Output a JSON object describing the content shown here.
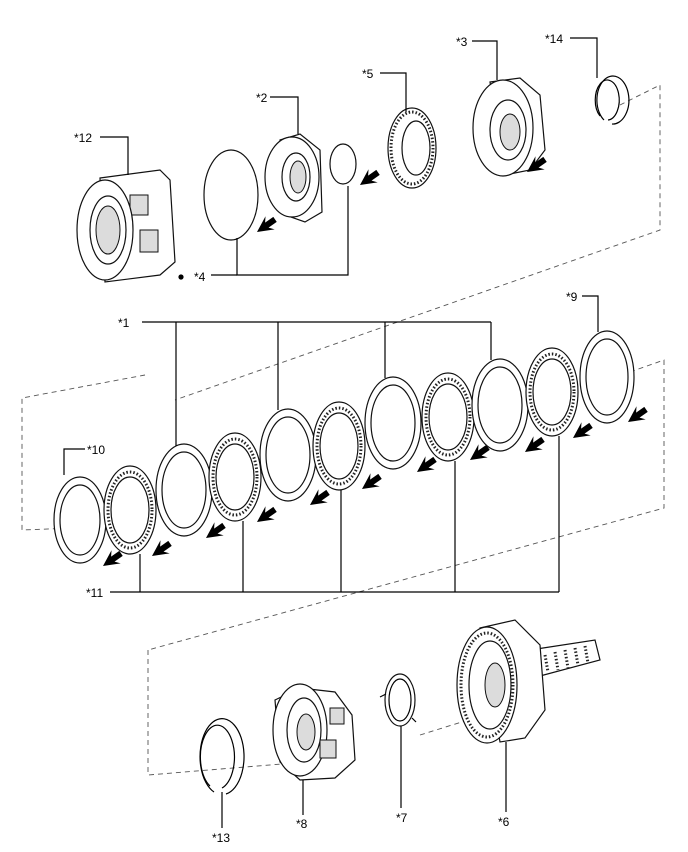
{
  "labels": {
    "p1": "*1",
    "p2": "*2",
    "p3": "*3",
    "p4": "*4",
    "p5": "*5",
    "p6": "*6",
    "p7": "*7",
    "p8": "*8",
    "p9": "*9",
    "p10": "*10",
    "p11": "*11",
    "p12": "*12",
    "p13": "*13",
    "p14": "*14"
  },
  "icons": {
    "arrow": "apply-fluid-arrow-icon",
    "dot": "bullet-dot-icon"
  }
}
